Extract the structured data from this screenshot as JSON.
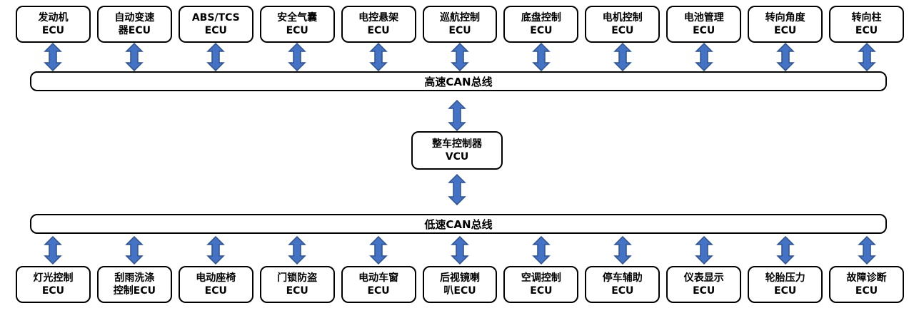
{
  "diagram": {
    "high_speed_bus": {
      "label": "高速CAN总线"
    },
    "low_speed_bus": {
      "label": "低速CAN总线"
    },
    "vcu": {
      "lines": [
        "整车控制器",
        "VCU"
      ]
    },
    "top_ecus": [
      {
        "lines": [
          "发动机",
          "ECU"
        ]
      },
      {
        "lines": [
          "自动变速",
          "器ECU"
        ]
      },
      {
        "lines": [
          "ABS/TCS",
          "ECU"
        ]
      },
      {
        "lines": [
          "安全气囊",
          "ECU"
        ]
      },
      {
        "lines": [
          "电控悬架",
          "ECU"
        ]
      },
      {
        "lines": [
          "巡航控制",
          "ECU"
        ]
      },
      {
        "lines": [
          "底盘控制",
          "ECU"
        ]
      },
      {
        "lines": [
          "电机控制",
          "ECU"
        ]
      },
      {
        "lines": [
          "电池管理",
          "ECU"
        ]
      },
      {
        "lines": [
          "转向角度",
          "ECU"
        ]
      },
      {
        "lines": [
          "转向柱",
          "ECU"
        ]
      }
    ],
    "bottom_ecus": [
      {
        "lines": [
          "灯光控制",
          "ECU"
        ]
      },
      {
        "lines": [
          "刮雨洗涤",
          "控制ECU"
        ]
      },
      {
        "lines": [
          "电动座椅",
          "ECU"
        ]
      },
      {
        "lines": [
          "门锁防盗",
          "ECU"
        ]
      },
      {
        "lines": [
          "电动车窗",
          "ECU"
        ]
      },
      {
        "lines": [
          "后视镜喇",
          "叭ECU"
        ]
      },
      {
        "lines": [
          "空调控制",
          "ECU"
        ]
      },
      {
        "lines": [
          "停车辅助",
          "ECU"
        ]
      },
      {
        "lines": [
          "仪表显示",
          "ECU"
        ]
      },
      {
        "lines": [
          "轮胎压力",
          "ECU"
        ]
      },
      {
        "lines": [
          "故障诊断",
          "ECU"
        ]
      }
    ],
    "colors": {
      "arrow_fill": "#4472C4",
      "arrow_stroke": "#2F528F",
      "box_border": "#000000"
    }
  }
}
